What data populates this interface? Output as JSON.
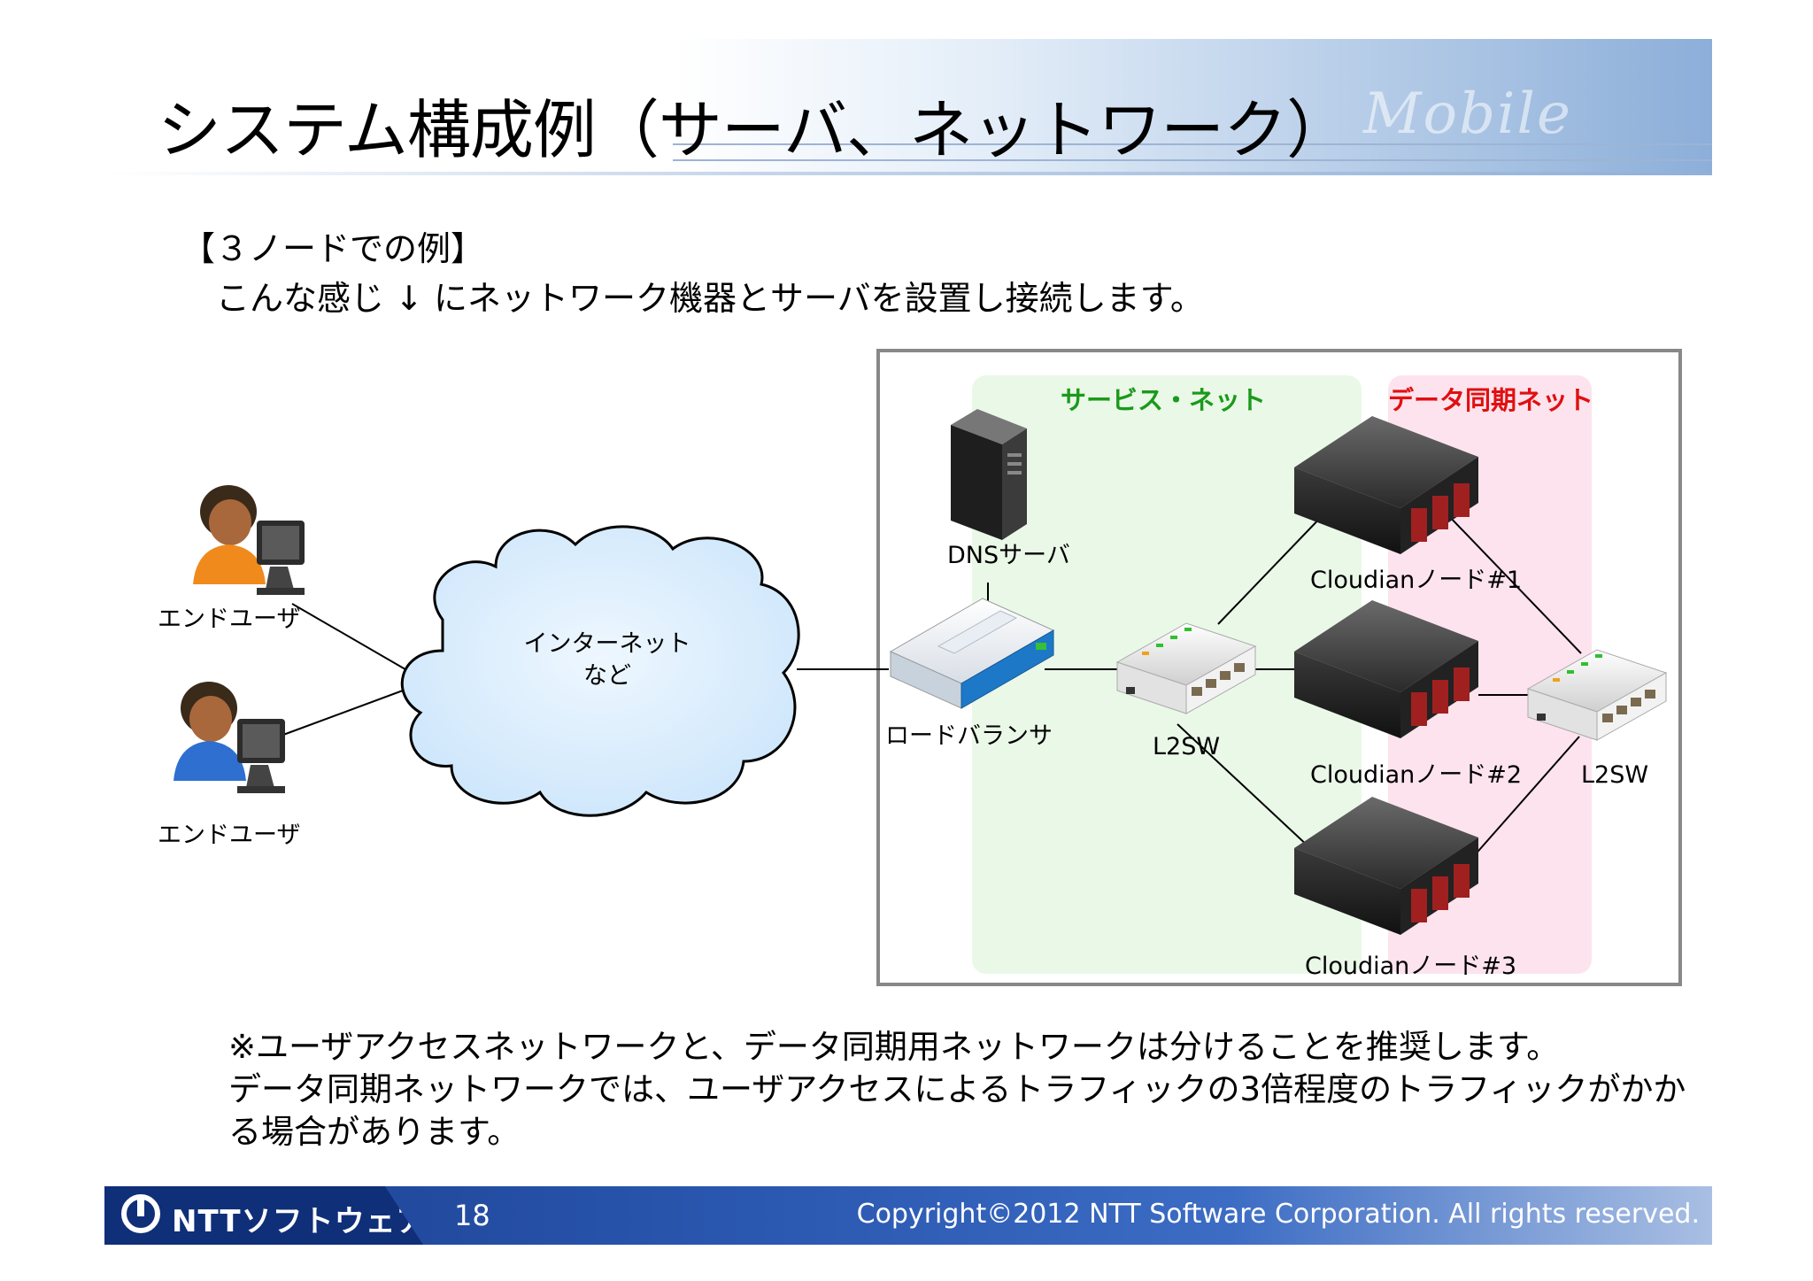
{
  "slide": {
    "title": "システム構成例（サーバ、ネットワーク）",
    "watermark": "Mobile",
    "subtitle": "【３ノードでの例】",
    "lead": "こんな感じ ↓  にネットワーク機器とサーバを設置し接続します。"
  },
  "diagram": {
    "end_user_1": "エンドユーザ",
    "end_user_2": "エンドユーザ",
    "internet_line1": "インターネット",
    "internet_line2": "など",
    "load_balancer": "ロードバランサ",
    "dns_server": "DNSサーバ",
    "service_net": "サービス・ネット",
    "data_sync_net": "データ同期ネット",
    "l2sw_left": "L2SW",
    "l2sw_right": "L2SW",
    "node1": "Cloudianノード#1",
    "node2": "Cloudianノード#2",
    "node3": "Cloudianノード#3",
    "colors": {
      "service_zone": "#eaf8e8",
      "sync_zone": "#fde3ee",
      "service_label": "#1a9a1a",
      "sync_label": "#e01010"
    }
  },
  "notes": {
    "line1": "※ユーザアクセスネットワークと、データ同期用ネットワークは分けることを推奨します。",
    "line2": " データ同期ネットワークでは、ユーザアクセスによるトラフィックの3倍程度のトラフィックがかか",
    "line3": "る場合があります。"
  },
  "footer": {
    "logo": "NTTソフトウェア",
    "logo_icon": "ntt-logo-icon",
    "page_number": "18",
    "copyright": "Copyright©2012 NTT Software Corporation. All rights reserved."
  }
}
